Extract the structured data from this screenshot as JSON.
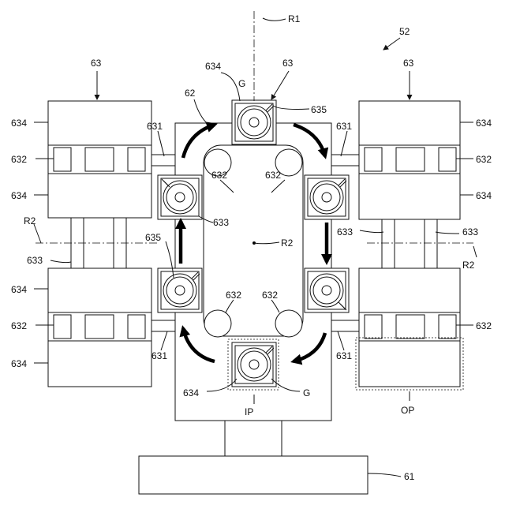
{
  "labels": {
    "l52": "52",
    "r1": "R1",
    "c63_left": "63",
    "c63_mid": "63",
    "c63_right": "63",
    "l634_top": "634",
    "lG_top": "G",
    "l62": "62",
    "l635_top": "635",
    "l631_tl": "631",
    "l631_tr": "631",
    "l634_l1": "634",
    "l632_l1": "632",
    "l634_l2": "634",
    "l634_r1": "634",
    "l632_r1": "632",
    "l634_r2": "634",
    "l632_in_tl": "632",
    "l632_in_tr": "632",
    "l633_in": "633",
    "l633_r_a": "633",
    "l633_r_b": "633",
    "r2_left": "R2",
    "r2_center": "R2",
    "r2_right": "R2",
    "l635_left": "635",
    "l633_left": "633",
    "l634_l3": "634",
    "l632_l2": "632",
    "l634_l4": "634",
    "l632_in_bl": "632",
    "l632_in_br": "632",
    "l632_r2": "632",
    "l631_bl": "631",
    "l631_br": "631",
    "l634_bottom": "634",
    "lG_bottom": "G",
    "lIP": "IP",
    "lOP": "OP",
    "l61": "61"
  }
}
